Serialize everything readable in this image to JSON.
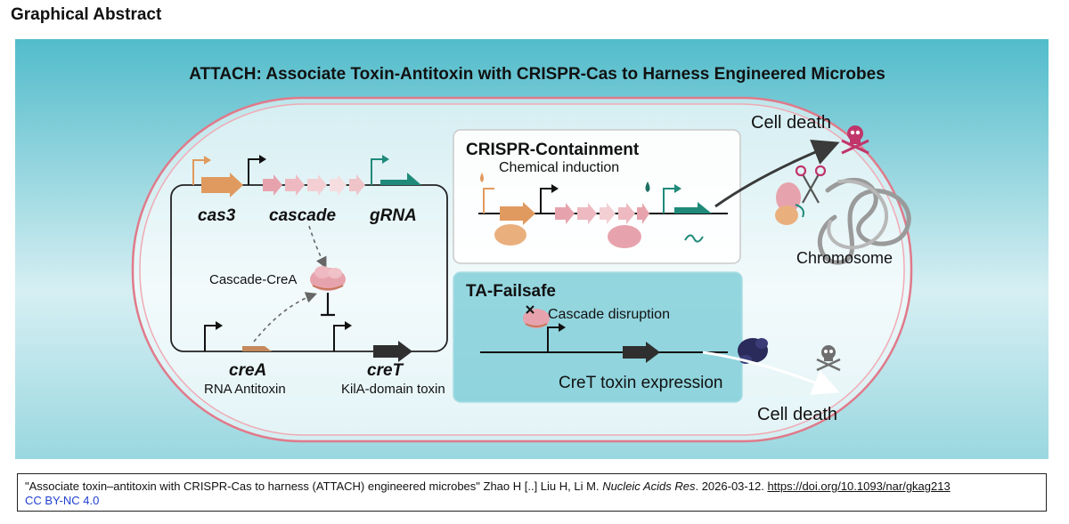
{
  "heading": "Graphical Abstract",
  "title": "ATTACH: Associate Toxin-Antitoxin with CRISPR-Cas to Harness Engineered Microbes",
  "left_module": {
    "genes_top": [
      "cas3",
      "cascade",
      "gRNA"
    ],
    "complex_label": "Cascade-CreA",
    "crea_label": "creA",
    "crea_sub": "RNA Antitoxin",
    "cret_label": "creT",
    "cret_sub": "KilA-domain toxin"
  },
  "crispr_containment": {
    "title": "CRISPR-Containment",
    "subtitle": "Chemical induction"
  },
  "outcome_top": {
    "cell_death": "Cell death",
    "chromosome": "Chromosome"
  },
  "ta_failsafe": {
    "title": "TA-Failsafe",
    "disruption": "Cascade disruption",
    "expression": "CreT toxin expression",
    "cell_death": "Cell death"
  },
  "citation": {
    "quote": "\"Associate toxin–antitoxin with CRISPR-Cas to harness (ATTACH) engineered microbes\" Zhao H [..] Liu H, Li M.",
    "journal": "Nucleic Acids Res",
    "date": ". 2026-03-12.",
    "doi": "https://doi.org/10.1093/nar/gkag213",
    "license": "CC BY-NC 4.0"
  },
  "colors": {
    "cas3": "#e09a5f",
    "cascade": "#e7a3ad",
    "grna": "#1f8a7a",
    "toxin": "#2f2f2f",
    "skull_red": "#c0356a",
    "skull_grey": "#6f6f6f",
    "cell_outline": "#e07a8a"
  }
}
